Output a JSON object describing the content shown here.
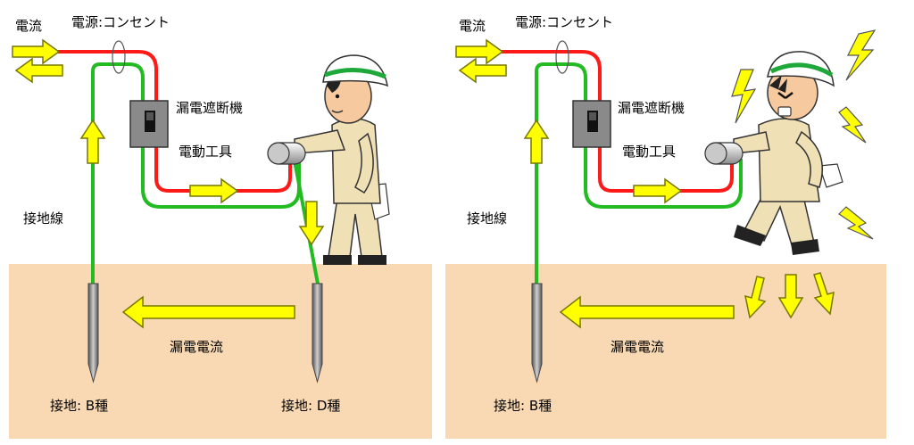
{
  "panels": [
    {
      "id": "left",
      "labels": {
        "current": "電流",
        "power_source": "電源:コンセント",
        "breaker": "漏電遮断機",
        "tool": "電動工具",
        "ground_wire": "接地線",
        "leak_current": "漏電電流",
        "ground_b": "接地: B種",
        "ground_d": "接地: D種"
      }
    },
    {
      "id": "right",
      "labels": {
        "current": "電流",
        "power_source": "電源:コンセント",
        "breaker": "漏電遮断機",
        "tool": "電動工具",
        "ground_wire": "接地線",
        "leak_current": "漏電電流",
        "ground_b": "接地: B種"
      }
    }
  ],
  "colors": {
    "ground": "#f9d9b3",
    "live_wire": "#ff1a1a",
    "ground_wire": "#22bb22",
    "arrow_fill": "#ffff00",
    "arrow_stroke": "#777700",
    "rod": "#8c8c8c",
    "skin": "#f7c99e",
    "uniform": "#efe0b5",
    "helmet_band": "#1fa83a"
  }
}
